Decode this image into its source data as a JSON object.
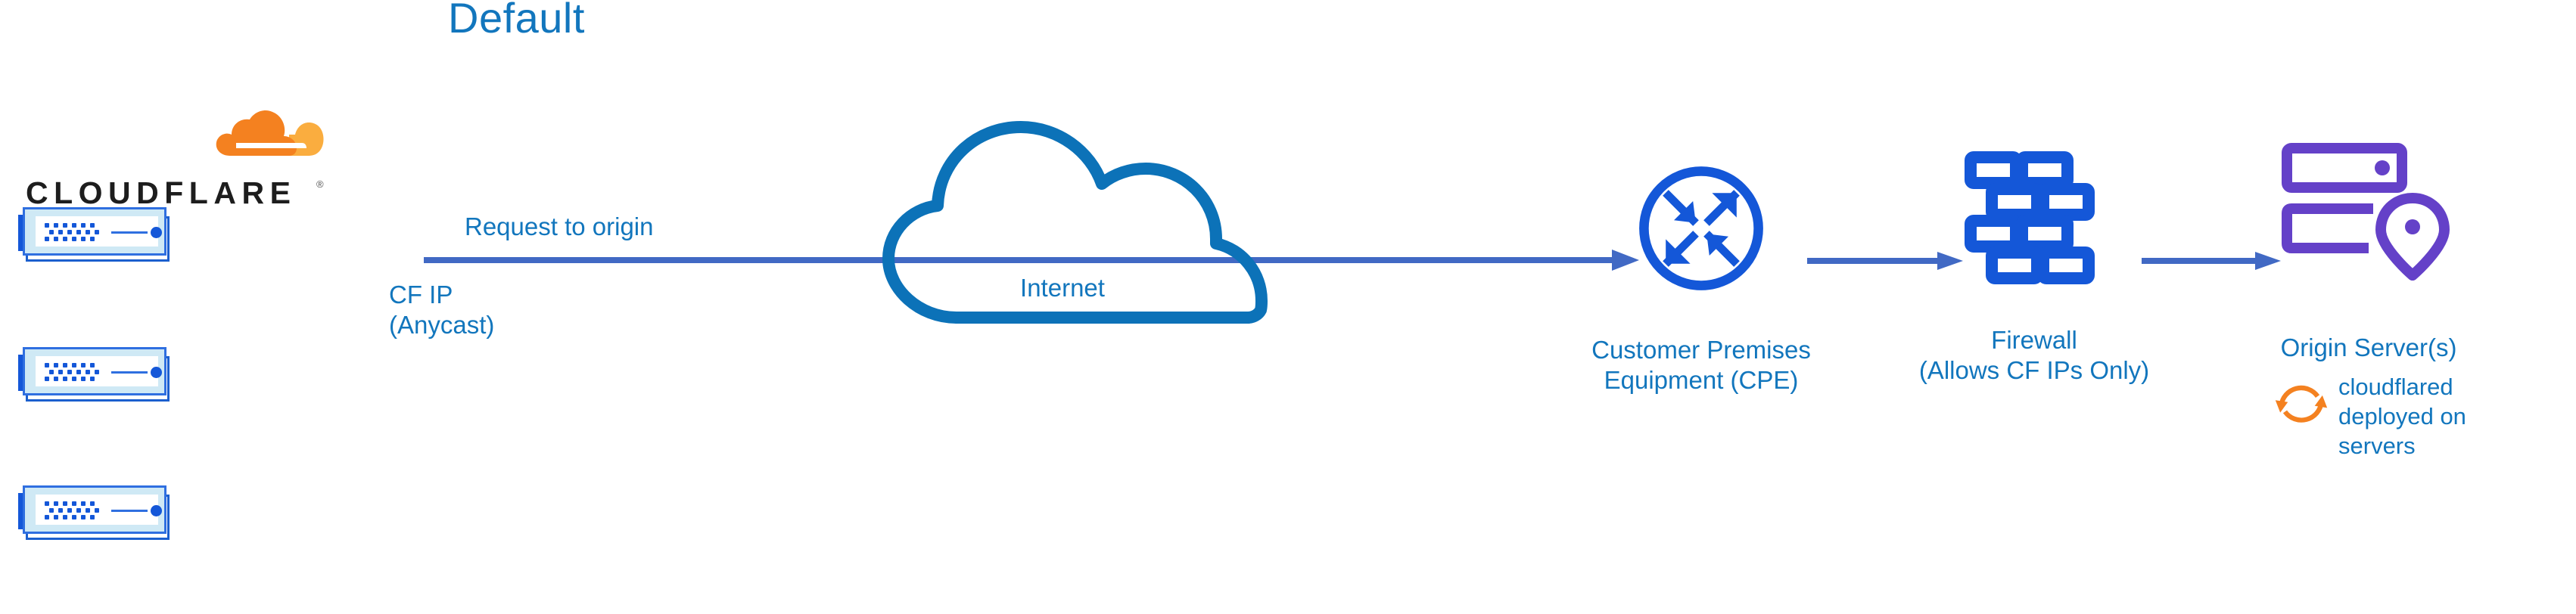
{
  "title": "Default",
  "colors": {
    "label_blue": "#1276bd",
    "arrow_blue": "#4169c4",
    "icon_blue": "#1457d8",
    "cloud_blue": "#0c72b8",
    "origin_purple": "#6441c8",
    "cf_orange_dark": "#f48120",
    "cf_orange_light": "#faad3f",
    "wordmark_black": "#1d1d1d"
  },
  "logo": {
    "wordmark": "CLOUDFLARE",
    "registered_mark": "®",
    "icon_name": "cloudflare-cloud-mark"
  },
  "servers": {
    "count": 3,
    "icon_name": "server-rack-icon"
  },
  "flow": {
    "request_label": "Request to origin",
    "cf_ip_label": "CF IP\n(Anycast)",
    "arrow_icon": "arrow-right-icon"
  },
  "nodes": [
    {
      "id": "internet",
      "label": "Internet",
      "icon_name": "internet-cloud-icon"
    },
    {
      "id": "cpe",
      "label": "Customer Premises\nEquipment (CPE)",
      "icon_name": "router-arrows-circle-icon"
    },
    {
      "id": "firewall",
      "label": "Firewall\n(Allows CF IPs Only)",
      "icon_name": "brick-wall-icon"
    },
    {
      "id": "origin",
      "label": "Origin Server(s)",
      "icon_name": "origin-server-pin-icon"
    }
  ],
  "annotation": {
    "text": "cloudflared\ndeployed on\nservers",
    "icon_name": "sync-arrows-icon"
  }
}
